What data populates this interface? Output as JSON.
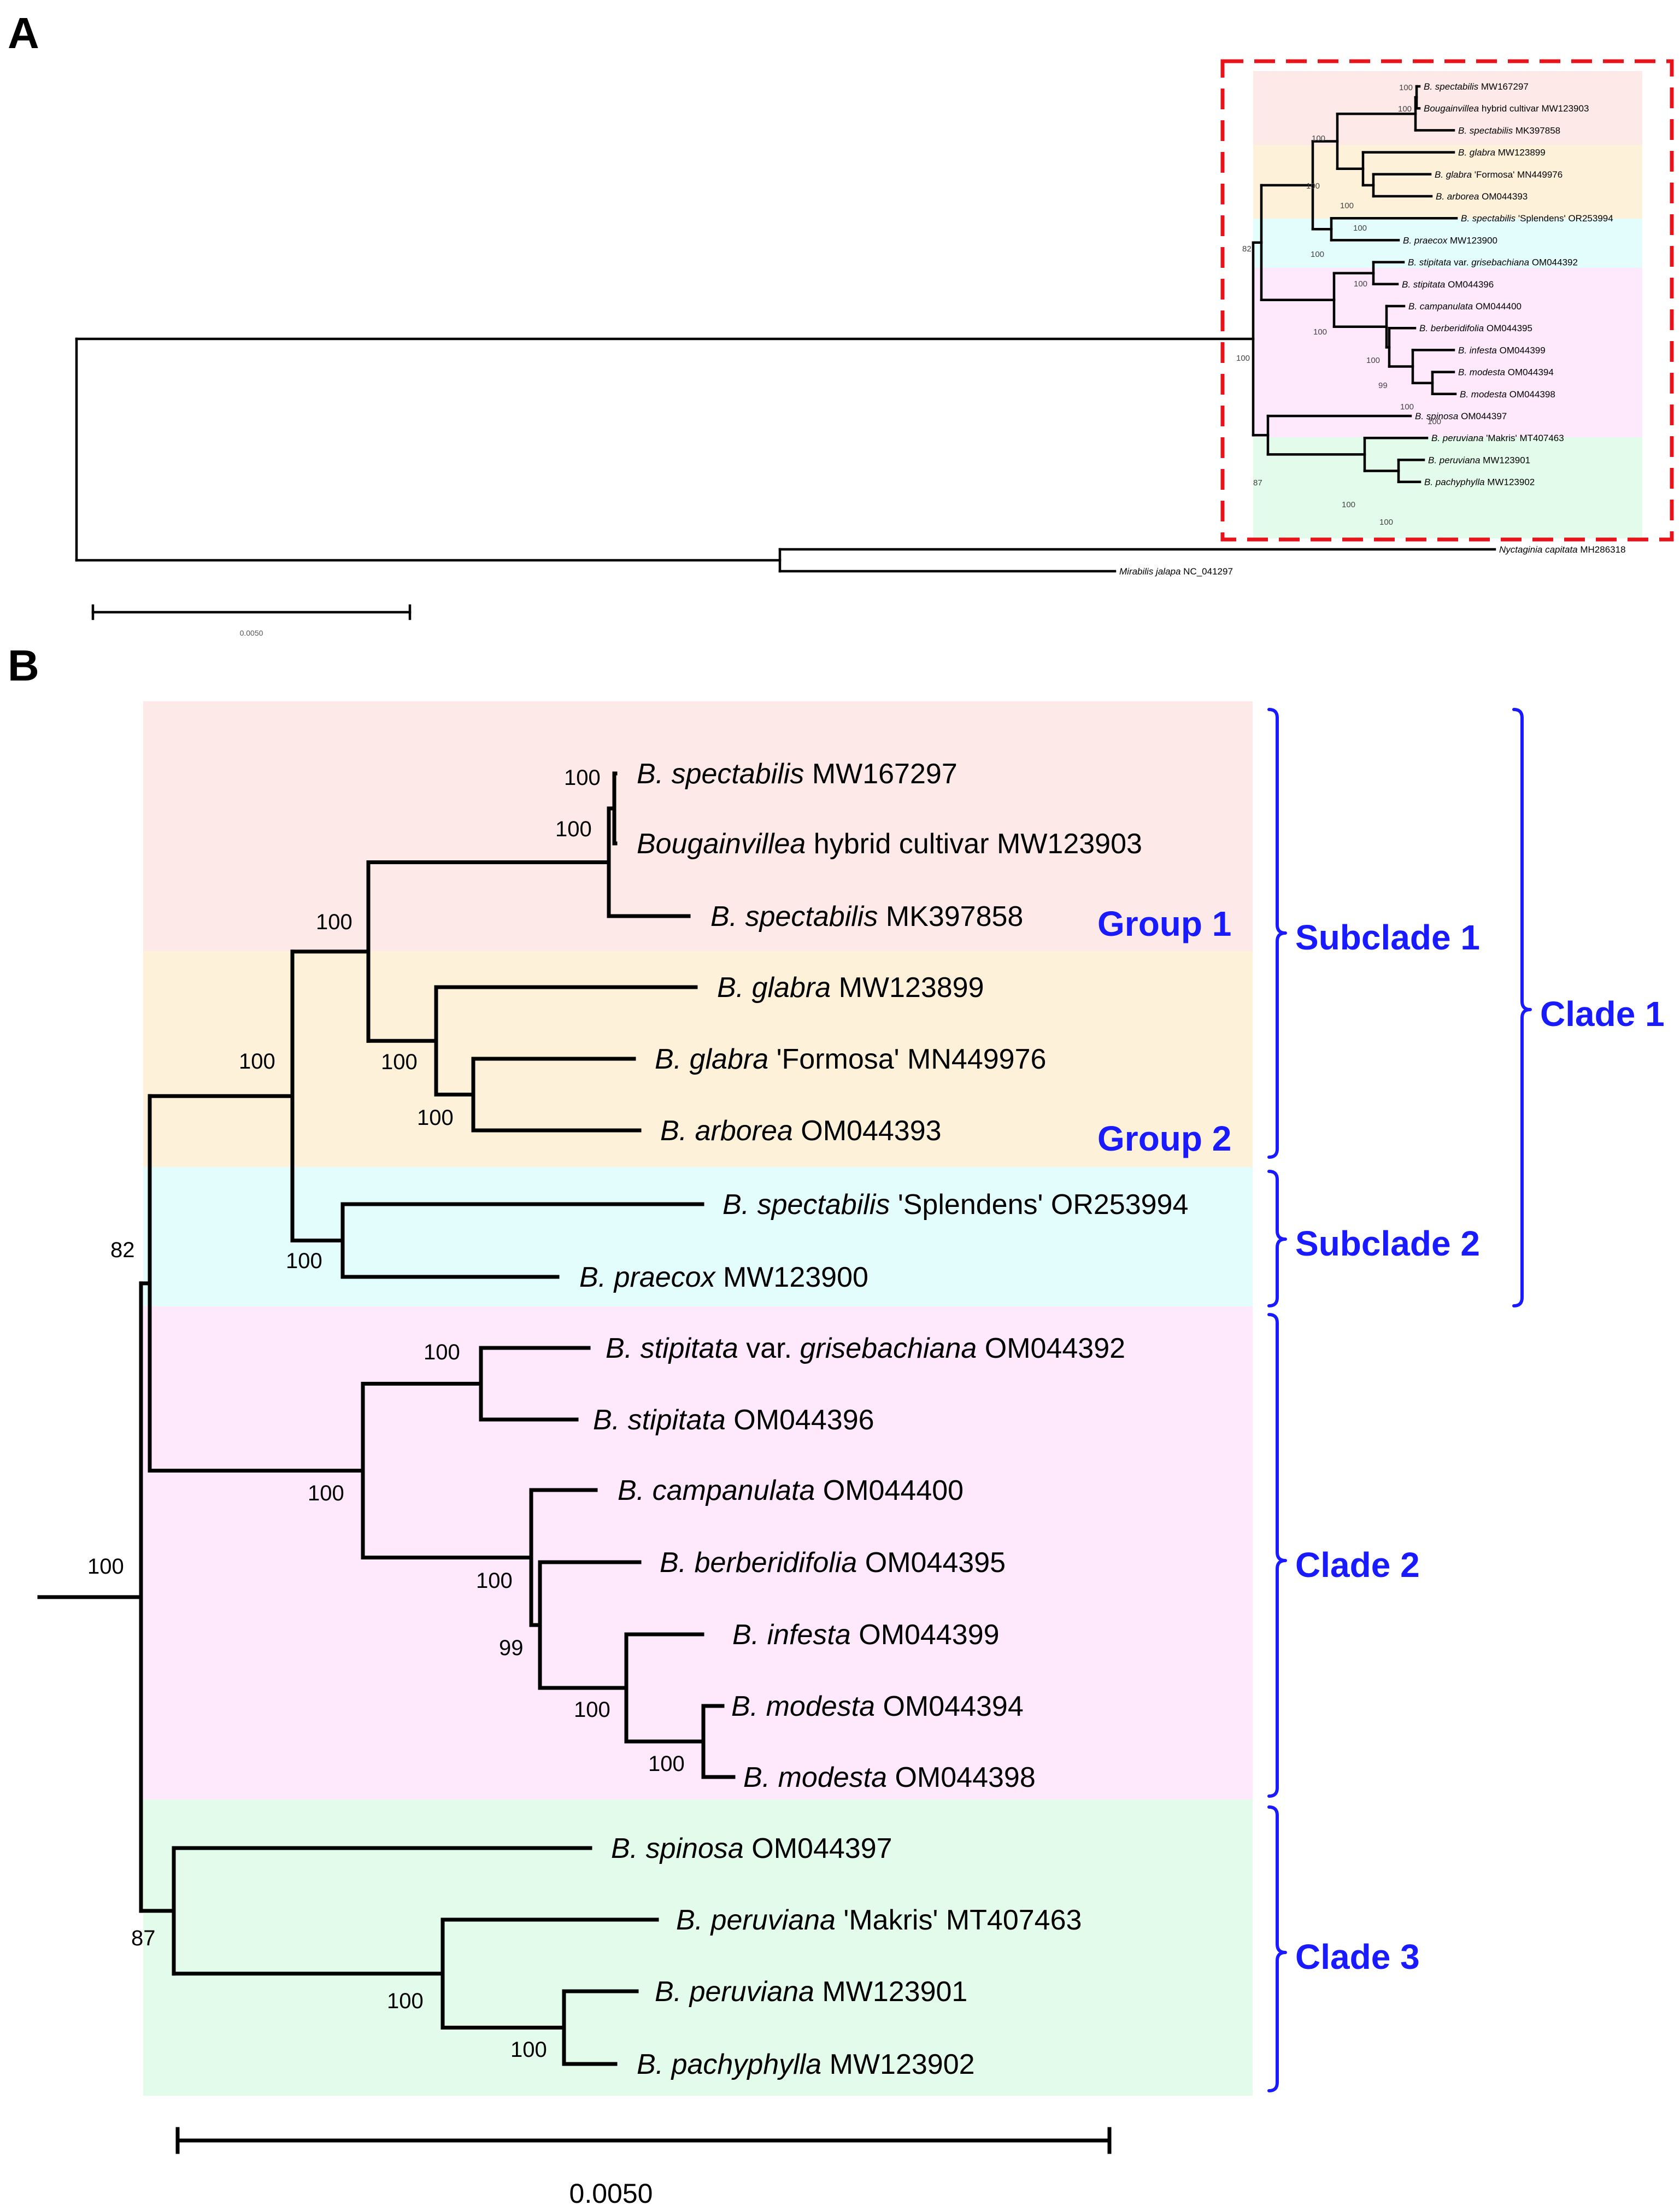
{
  "panels": {
    "a": "A",
    "b": "B"
  },
  "colors": {
    "group1_bg": "#fdeae8",
    "group2_bg": "#fdf1da",
    "subclade2_bg": "#e3fcfc",
    "clade2_bg": "#fde8fc",
    "clade3_bg": "#e3fbea",
    "highlight_text": "#e8141c",
    "annotation_blue": "#1a1aff",
    "dashed_box": "#e8141c"
  },
  "taxa": [
    {
      "genus": "B. spectabilis",
      "rest": " MW167297"
    },
    {
      "genus": "Bougainvillea",
      "rest": " hybrid cultivar MW123903"
    },
    {
      "genus": "B. spectabilis",
      "rest": " MK397858"
    },
    {
      "genus": "B. glabra",
      "rest": " MW123899"
    },
    {
      "genus": "B. glabra",
      "rest": " 'Formosa' MN449976"
    },
    {
      "genus": "B. arborea",
      "rest": " OM044393"
    },
    {
      "genus": "B. spectabilis",
      "rest": " 'Splendens' OR253994"
    },
    {
      "genus": "B. praecox",
      "rest": " MW123900"
    },
    {
      "genus": "B. stipitata",
      "mid": " var. ",
      "genus2": "grisebachiana",
      "rest": " OM044392"
    },
    {
      "genus": "B. stipitata",
      "rest": " OM044396"
    },
    {
      "genus": "B. campanulata",
      "rest": " OM044400"
    },
    {
      "genus": "B. berberidifolia",
      "rest": " OM044395"
    },
    {
      "genus": "B. infesta",
      "rest": " OM044399"
    },
    {
      "genus": "B. modesta",
      "rest": " OM044394"
    },
    {
      "genus": "B. modesta",
      "rest": " OM044398"
    },
    {
      "genus": "B. spinosa",
      "rest": " OM044397"
    },
    {
      "genus": "B. peruviana",
      "rest": " 'Makris' MT407463"
    },
    {
      "genus": "B. peruviana",
      "rest": " MW123901"
    },
    {
      "genus": "B. pachyphylla",
      "rest": " MW123902"
    }
  ],
  "outgroups": [
    {
      "genus": "Nyctaginia capitata",
      "rest": " MH286318"
    },
    {
      "genus": "Mirabilis jalapa",
      "rest": " NC_041297"
    }
  ],
  "support": {
    "s_pair": "100",
    "s_hybrid": "100",
    "s_group1": "100",
    "s_group2": "100",
    "s_glabra": "100",
    "s_subclade1": "100",
    "s_subclade2": "100",
    "s_clade1": "82",
    "s_stipitata": "100",
    "s_clade2": "100",
    "s_campan": "100",
    "s_berber": "99",
    "s_infesta": "100",
    "s_modesta": "100",
    "s_root": "100",
    "s_clade3": "87",
    "s_peru": "100",
    "s_pachy": "100"
  },
  "groups": {
    "group1": "Group 1",
    "group2": "Group 2",
    "subclade1": "Subclade 1",
    "subclade2": "Subclade 2",
    "clade1": "Clade 1",
    "clade2": "Clade 2",
    "clade3": "Clade 3"
  },
  "scale_bar": {
    "label": "0.0050"
  },
  "scale_bar_a": {
    "label": "0.0050"
  }
}
